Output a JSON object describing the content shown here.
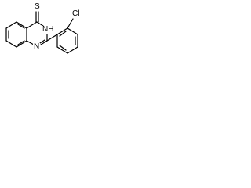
{
  "structure": {
    "atom_labels": {
      "thione_sulfur": "S",
      "nh": "NH",
      "ring_nitrogen": "N",
      "chlorine": "Cl"
    },
    "bond_color": "#000000",
    "background_color": "#ffffff"
  }
}
